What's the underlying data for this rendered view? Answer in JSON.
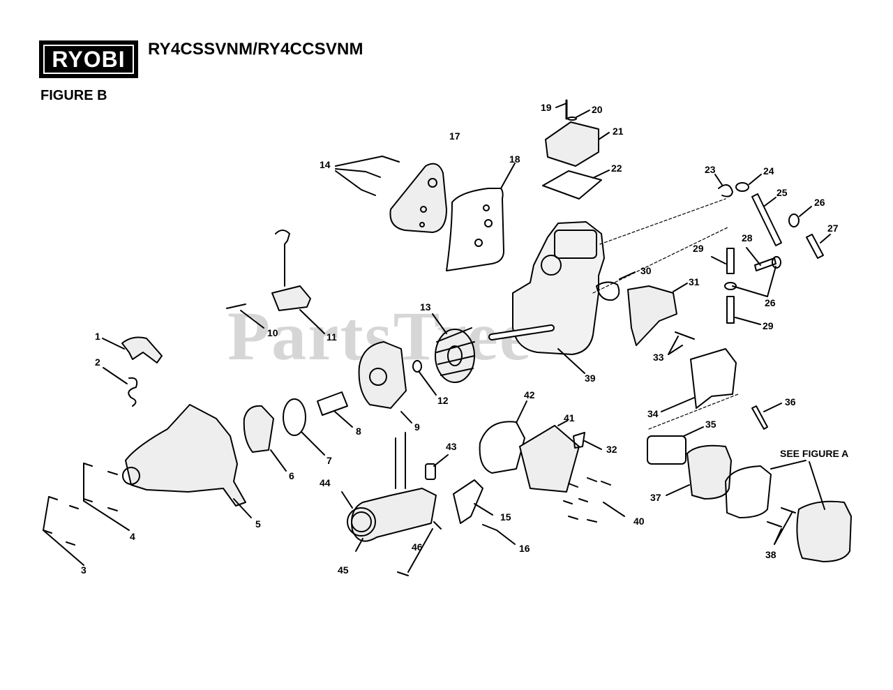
{
  "header": {
    "logo": "RYOBI",
    "model": "RY4CSSVNM/RY4CCSVNM",
    "figure": "FIGURE B"
  },
  "watermark": "PartsTree",
  "note": "SEE FIGURE A",
  "callouts": [
    "1",
    "2",
    "3",
    "4",
    "5",
    "6",
    "7",
    "8",
    "9",
    "10",
    "11",
    "12",
    "13",
    "14",
    "15",
    "16",
    "17",
    "18",
    "19",
    "20",
    "21",
    "22",
    "23",
    "24",
    "25",
    "26",
    "26",
    "27",
    "28",
    "29",
    "29",
    "30",
    "31",
    "32",
    "33",
    "34",
    "35",
    "36",
    "37",
    "38",
    "39",
    "40",
    "41",
    "42",
    "43",
    "44",
    "45",
    "46"
  ]
}
